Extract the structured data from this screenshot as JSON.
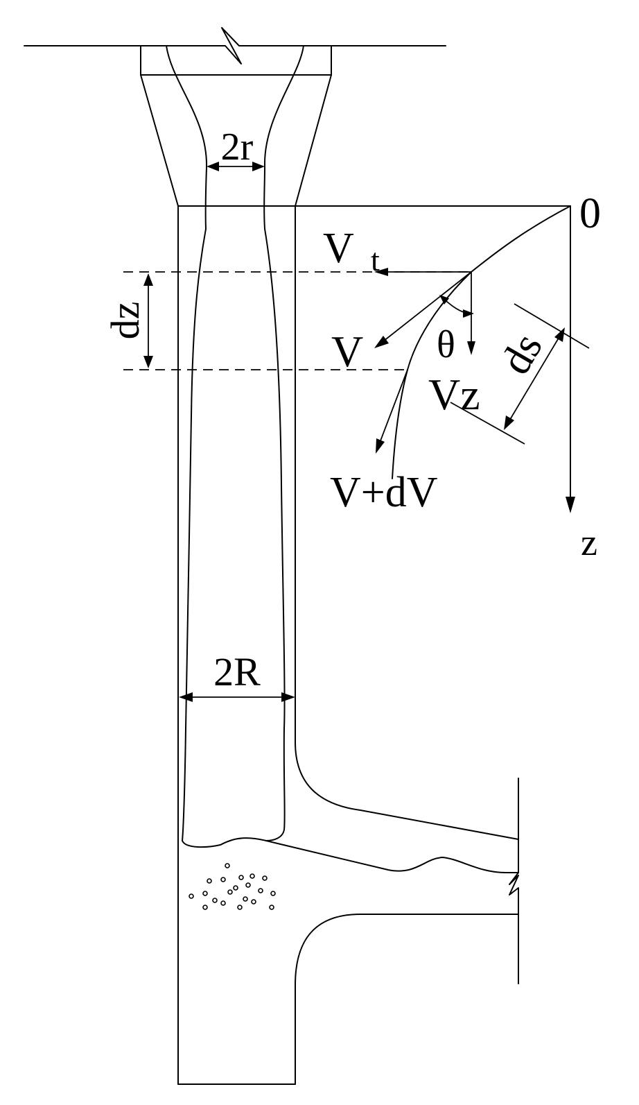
{
  "diagram": {
    "labels": {
      "throat_diameter": "2r",
      "bottom_diameter": "2R",
      "origin": "0",
      "velocity_t": "V",
      "velocity_t_sub": "t",
      "velocity": "V",
      "theta": "θ",
      "velocity_z": "Vz",
      "segment": "ds",
      "height_increment": "dz",
      "velocity_increment": "V+dV",
      "axis_z": "z"
    }
  }
}
